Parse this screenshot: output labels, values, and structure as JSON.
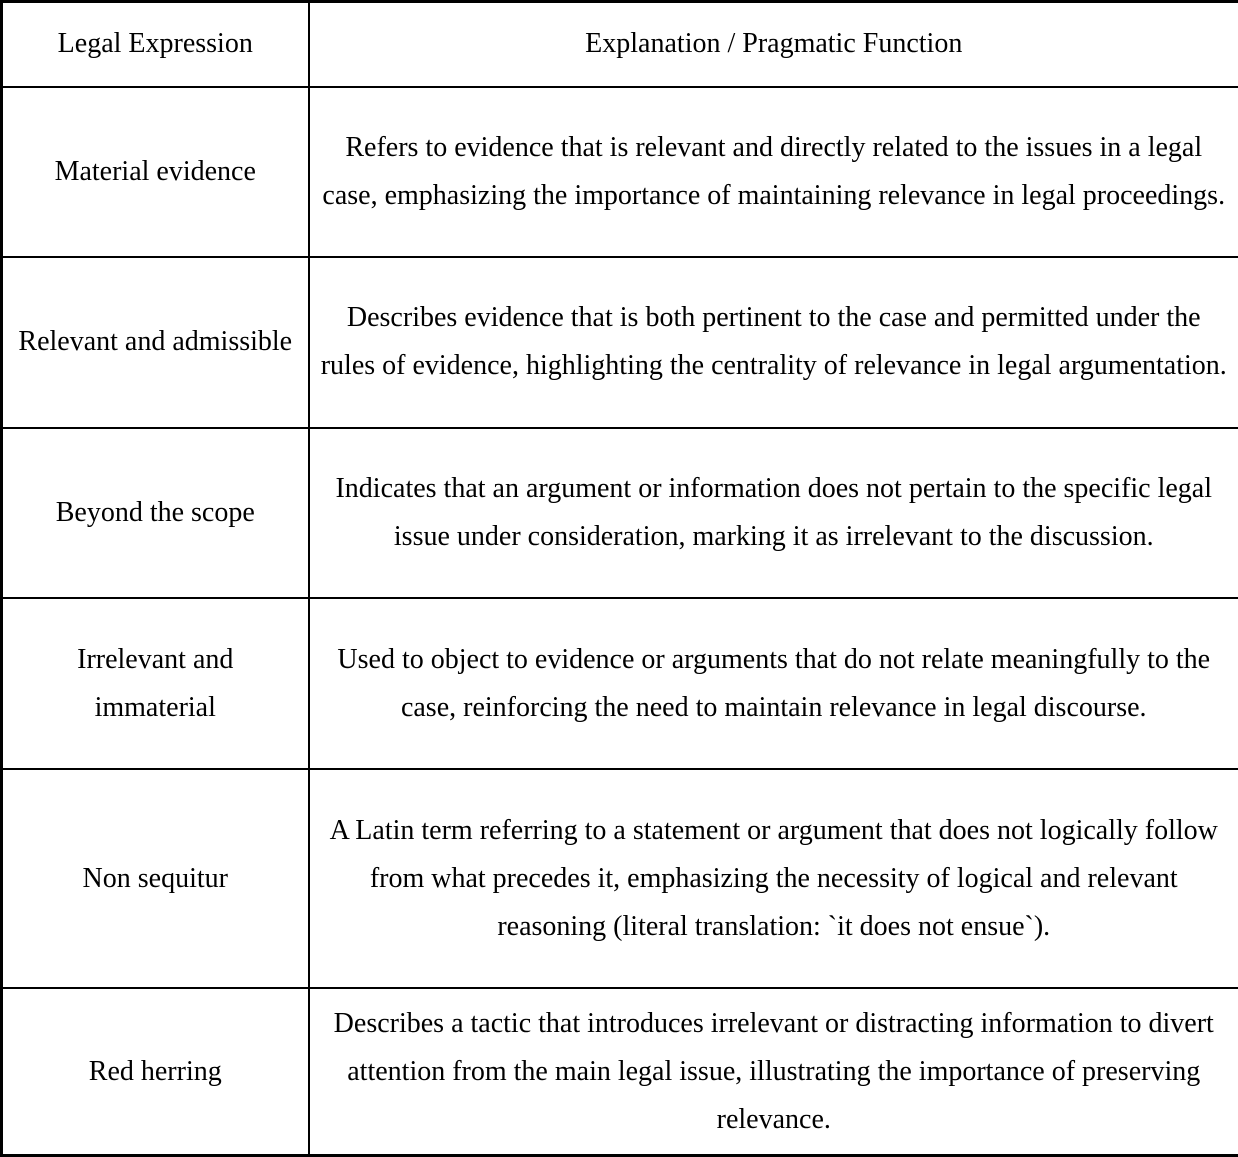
{
  "table": {
    "headers": {
      "term": "Legal Expression",
      "explanation": "Explanation / Pragmatic Function"
    },
    "rows": [
      {
        "term": "Material evidence",
        "explanation": "Refers to evidence that is relevant and directly related to the issues in a legal case, emphasizing the importance of maintaining relevance in legal proceedings."
      },
      {
        "term": "Relevant and admissible",
        "explanation": "Describes evidence that is both pertinent to the case and permitted under the rules of evidence, highlighting the centrality of relevance in legal argumentation."
      },
      {
        "term": "Beyond the scope",
        "explanation": "Indicates that an argument or information does not pertain to the specific legal issue under consideration, marking it as irrelevant to the discussion."
      },
      {
        "term": "Irrelevant and immaterial",
        "explanation": "Used to object to evidence or arguments that do not relate meaningfully to the case, reinforcing the need to maintain relevance in legal discourse."
      },
      {
        "term": "Non sequitur",
        "explanation": "A Latin term referring to a statement or argument that does not logically follow from what precedes it, emphasizing the necessity of logical and relevant reasoning (literal translation: `it does not ensue`)."
      },
      {
        "term": "Red herring",
        "explanation": "Describes a tactic that introduces irrelevant or distracting information to divert attention from the main legal issue, illustrating the importance of preserving relevance."
      }
    ]
  }
}
